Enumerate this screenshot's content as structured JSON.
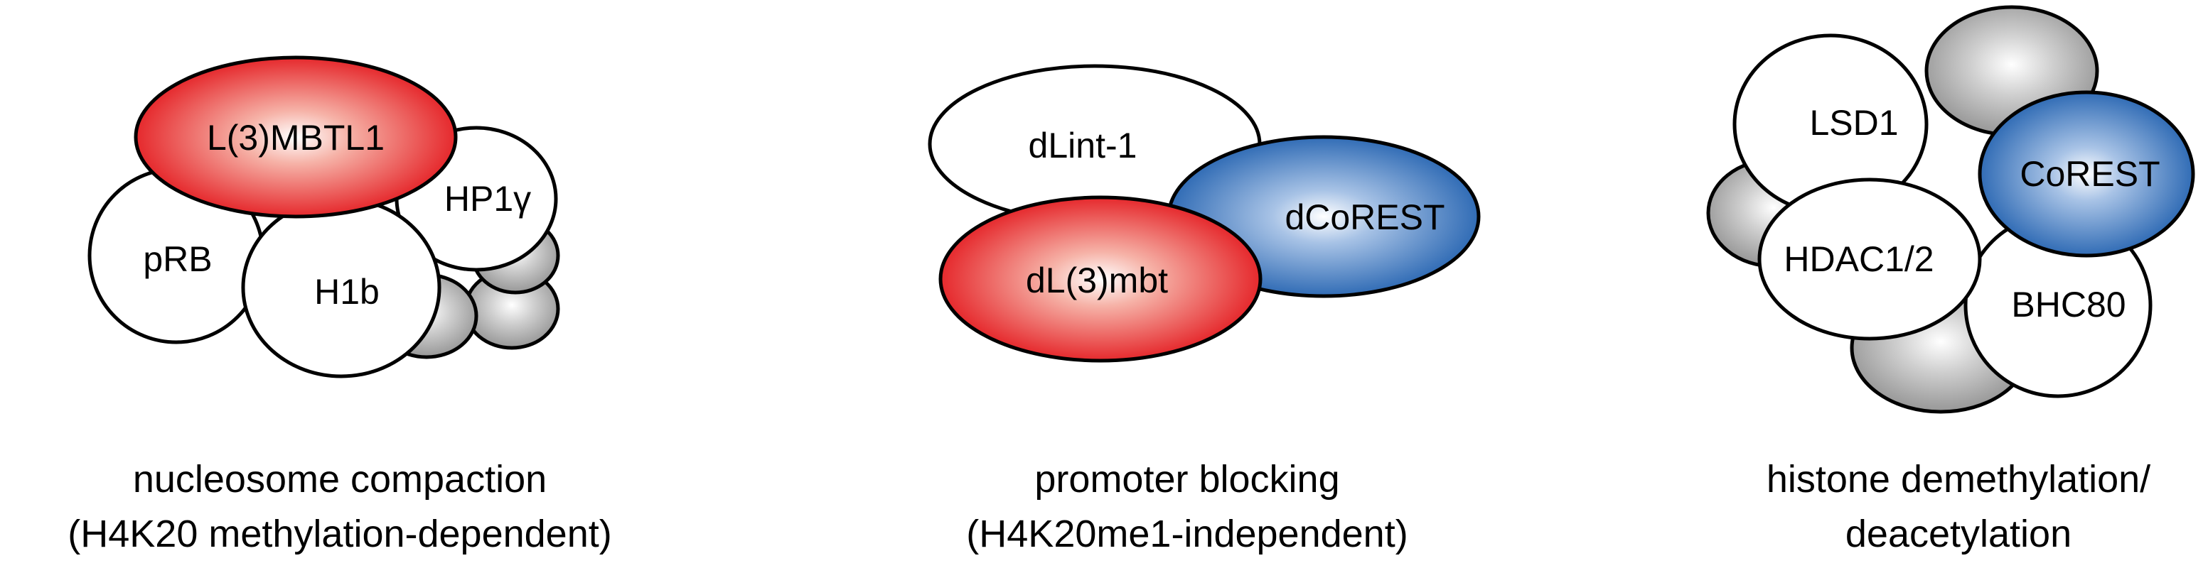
{
  "colors": {
    "red": "#e3141a",
    "blue": "#1f5fae",
    "gray": "#9a9a9a",
    "white": "#ffffff",
    "outline": "#000000"
  },
  "panels": [
    {
      "proteins": [
        "L(3)MBTL1",
        "HP1γ",
        "pRB",
        "H1b"
      ],
      "caption": [
        "nucleosome compaction",
        "(H4K20 methylation-dependent)"
      ]
    },
    {
      "proteins": [
        "dLint-1",
        "dCoREST",
        "dL(3)mbt"
      ],
      "caption": [
        "promoter blocking",
        "(H4K20me1-independent)"
      ]
    },
    {
      "proteins": [
        "LSD1",
        "CoREST",
        "HDAC1/2",
        "BHC80"
      ],
      "caption": [
        "histone demethylation/",
        "deacetylation"
      ]
    }
  ]
}
